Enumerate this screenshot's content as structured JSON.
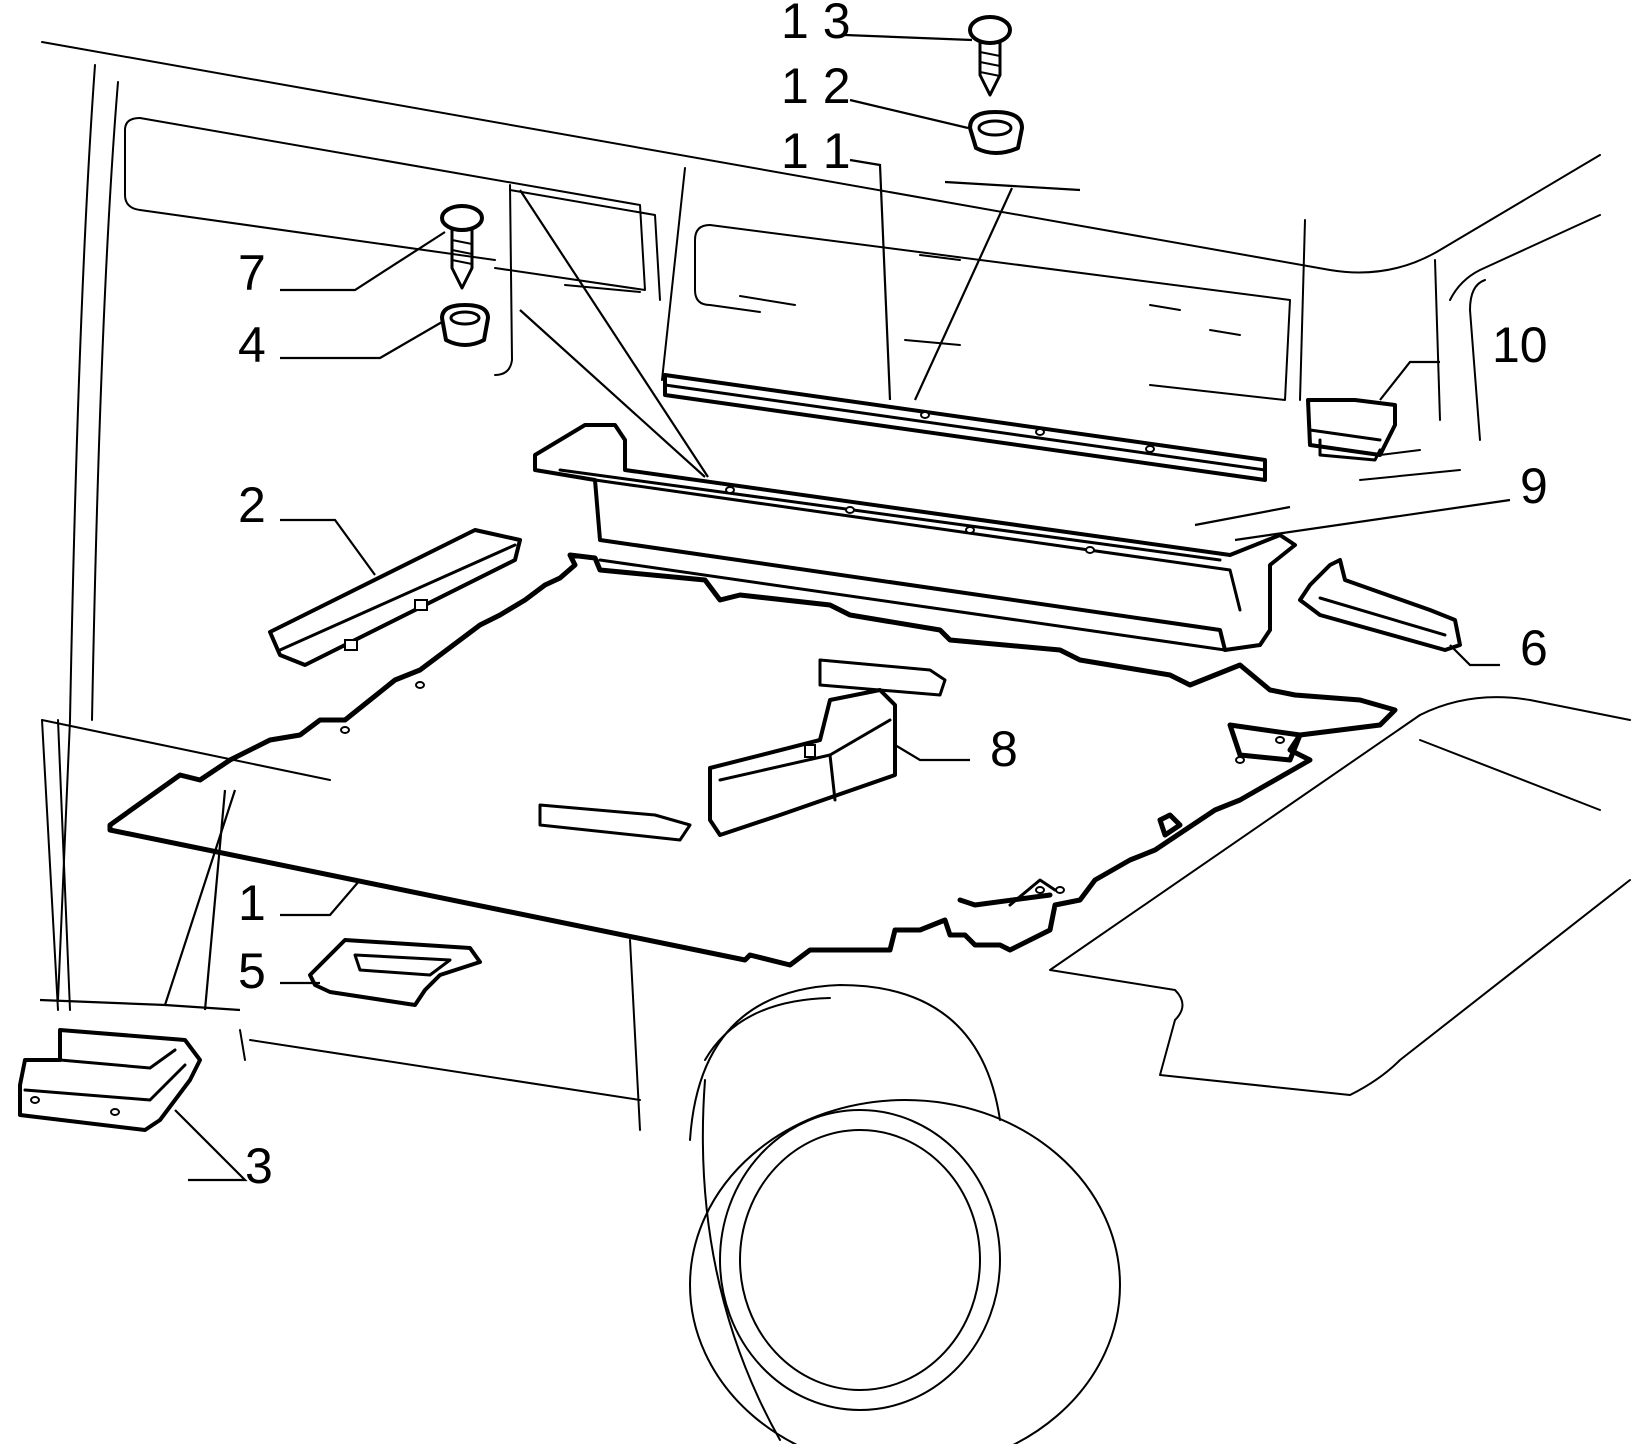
{
  "callouts": [
    {
      "id": "c1",
      "label": "1"
    },
    {
      "id": "c2",
      "label": "2"
    },
    {
      "id": "c3",
      "label": "3"
    },
    {
      "id": "c4",
      "label": "4"
    },
    {
      "id": "c5",
      "label": "5"
    },
    {
      "id": "c6",
      "label": "6"
    },
    {
      "id": "c7",
      "label": "7"
    },
    {
      "id": "c8",
      "label": "8"
    },
    {
      "id": "c9",
      "label": "9"
    },
    {
      "id": "c10",
      "label": "10"
    },
    {
      "id": "c11",
      "label": "1 1"
    },
    {
      "id": "c12",
      "label": "1 2"
    },
    {
      "id": "c13",
      "label": "1 3"
    }
  ]
}
